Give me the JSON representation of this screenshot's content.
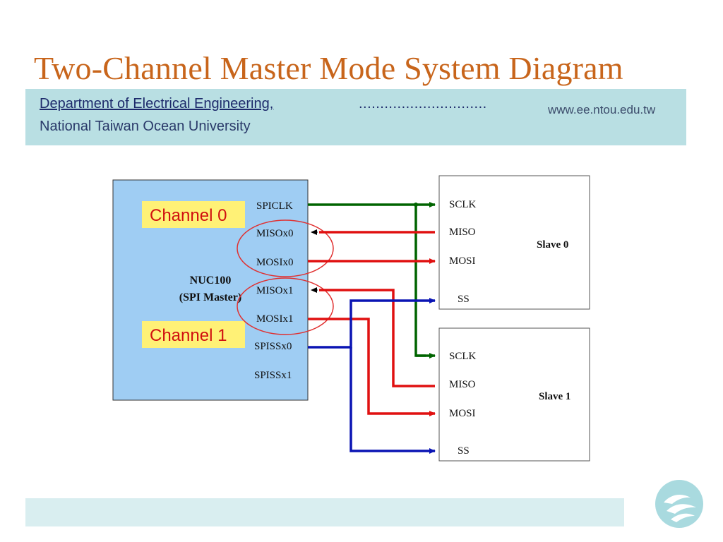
{
  "slide": {
    "title": "Two-Channel Master Mode System Diagram",
    "department": "Department of Electrical Engineering,",
    "dots": "..............................",
    "url": "www.ee.ntou.edu.tw",
    "university": "National Taiwan Ocean University"
  },
  "master": {
    "name": "NUC100",
    "role": "(SPI Master)",
    "channel0_label": "Channel 0",
    "channel1_label": "Channel 1",
    "pins": [
      "SPICLK",
      "MISOx0",
      "MOSIx0",
      "MISOx1",
      "MOSIx1",
      "SPISSx0",
      "SPISSx1"
    ]
  },
  "slave0": {
    "name": "Slave 0",
    "pins": [
      "SCLK",
      "MISO",
      "MOSI",
      "SS"
    ]
  },
  "slave1": {
    "name": "Slave 1",
    "pins": [
      "SCLK",
      "MISO",
      "MOSI",
      "SS"
    ]
  },
  "colors": {
    "title": "#c8651b",
    "master_fill": "#9fcdf3",
    "channel_highlight": "#fff176",
    "sclk_wire": "#006400",
    "data_wire": "#e01010",
    "ss_wire": "#0a14b4",
    "channel_ellipse": "#e03030",
    "banner": "#b9dfe3",
    "footer": "#d9eef0",
    "logo": "#a9dadf"
  },
  "icons": {
    "logo": "wave-logo-icon"
  }
}
